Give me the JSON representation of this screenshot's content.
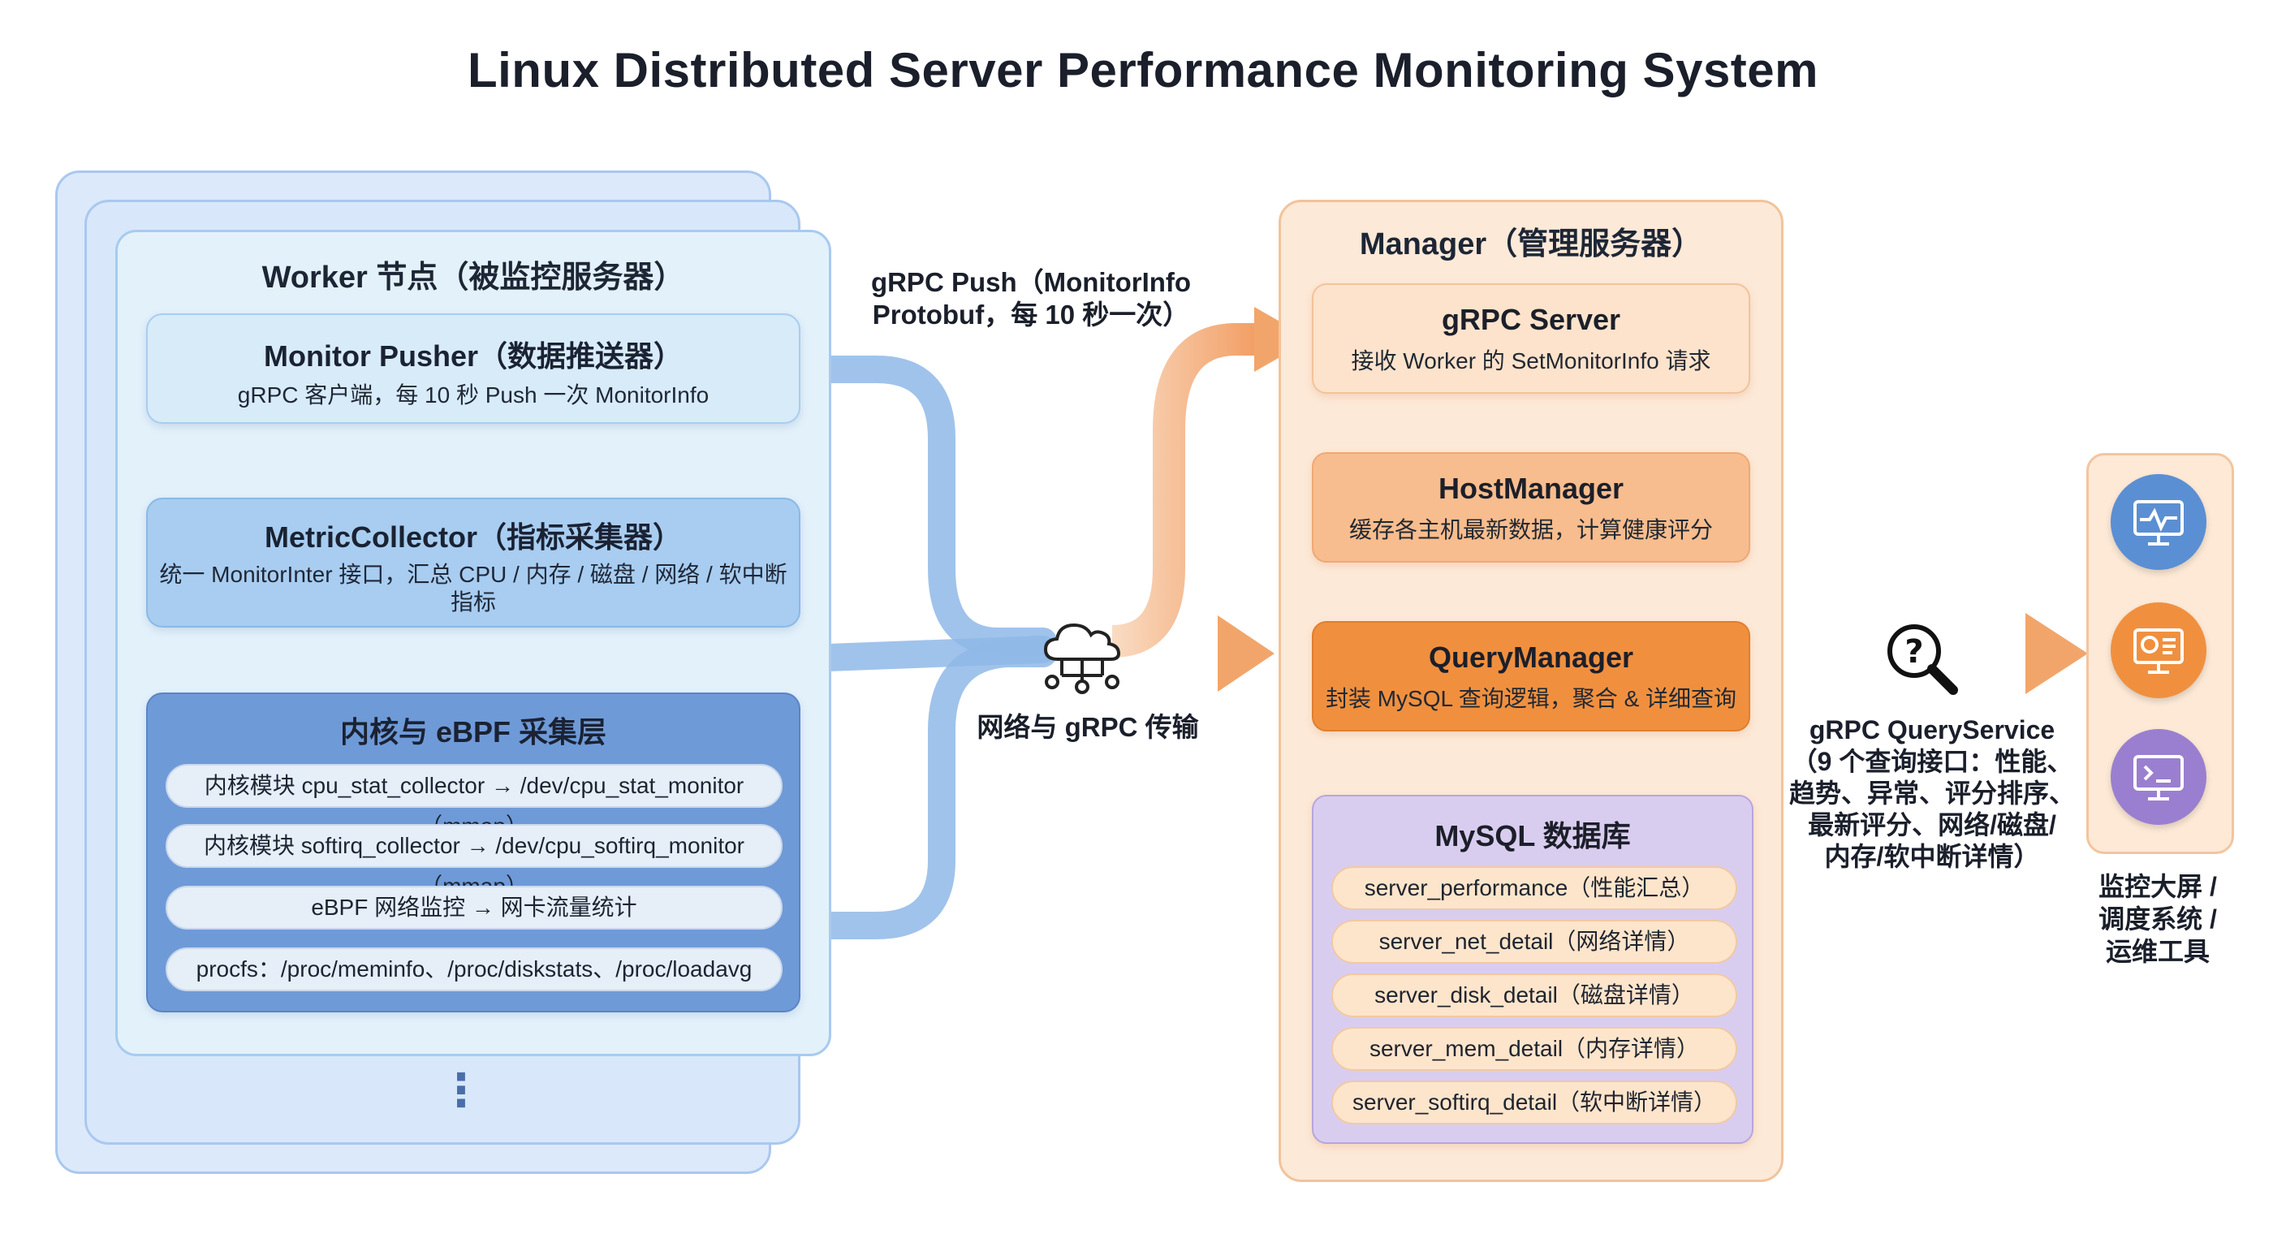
{
  "title": "Linux Distributed Server Performance Monitoring System",
  "worker": {
    "title": "Worker 节点（被监控服务器）",
    "pusher": {
      "title": "Monitor Pusher（数据推送器）",
      "desc": "gRPC 客户端，每 10 秒 Push 一次 MonitorInfo"
    },
    "collector": {
      "title": "MetricCollector（指标采集器）",
      "desc_line1": "统一 MonitorInter 接口，汇总 CPU / 内存 / 磁盘 / 网络 / 软中断",
      "desc_line2": "指标"
    },
    "kernel": {
      "title": "内核与 eBPF 采集层",
      "items": [
        "内核模块 cpu_stat_collector → /dev/cpu_stat_monitor（mmap）",
        "内核模块 softirq_collector → /dev/cpu_softirq_monitor（mmap）",
        "eBPF 网络监控 → 网卡流量统计",
        "procfs：/proc/meminfo、/proc/diskstats、/proc/loadavg"
      ]
    },
    "more": "⋮"
  },
  "network": {
    "push_label_line1": "gRPC Push（MonitorInfo",
    "push_label_line2": "Protobuf，每 10 秒一次）",
    "cloud_label": "网络与 gRPC 传输",
    "cloud_icon": "cloud-network-icon"
  },
  "manager": {
    "title": "Manager（管理服务器）",
    "grpc_server": {
      "title": "gRPC Server",
      "desc": "接收 Worker 的 SetMonitorInfo 请求"
    },
    "host_manager": {
      "title": "HostManager",
      "desc": "缓存各主机最新数据，计算健康评分"
    },
    "query_manager": {
      "title": "QueryManager",
      "desc": "封装 MySQL 查询逻辑，聚合 & 详细查询"
    },
    "mysql": {
      "title": "MySQL 数据库",
      "tables": [
        "server_performance（性能汇总）",
        "server_net_detail（网络详情）",
        "server_disk_detail（磁盘详情）",
        "server_mem_detail（内存详情）",
        "server_softirq_detail（软中断详情）"
      ]
    }
  },
  "query_service": {
    "icon": "search-help-icon",
    "lines": [
      "gRPC QueryService",
      "（9 个查询接口：性能、",
      "趋势、异常、评分排序、",
      "最新评分、网络/磁盘/",
      "内存/软中断详情）"
    ]
  },
  "clients": {
    "icons": [
      "monitor-pulse-icon",
      "dashboard-screen-icon",
      "terminal-screen-icon"
    ],
    "lines": [
      "监控大屏 /",
      "调度系统 /",
      "运维工具"
    ]
  },
  "colors": {
    "worker_bg": "#e3f1fb",
    "blue_arrow": "#8fb8e8",
    "orange_arrow": "#f2a56b",
    "kernel_bg": "#6f9ad8",
    "query_manager_bg": "#f0903f",
    "mysql_bg": "#d9cdef"
  }
}
